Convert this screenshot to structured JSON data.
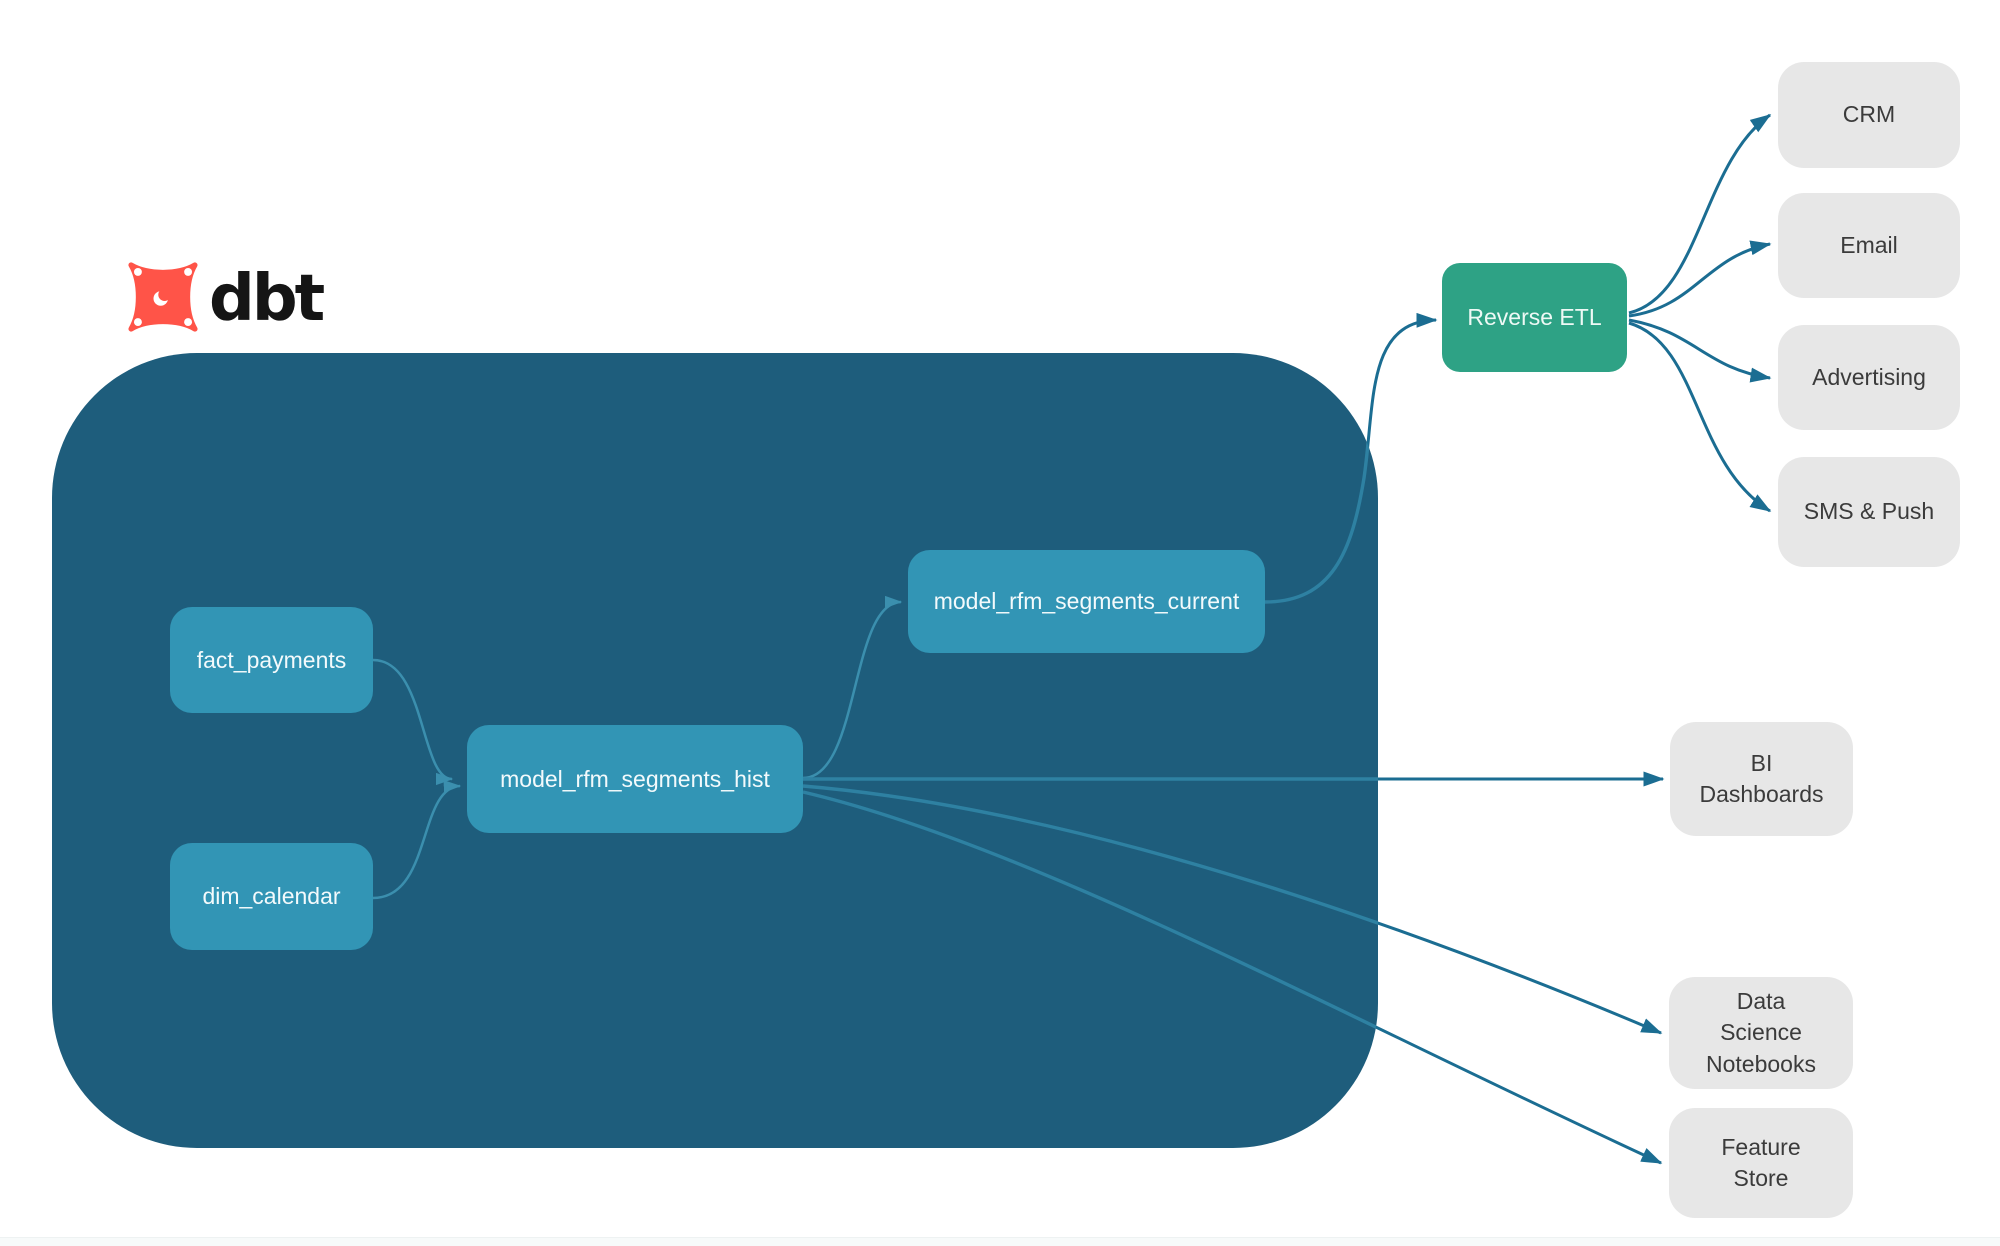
{
  "logo": {
    "text": "dbt"
  },
  "pipeline": {
    "container_nodes": {
      "fact_payments": {
        "label": "fact_payments"
      },
      "dim_calendar": {
        "label": "dim_calendar"
      },
      "model_rfm_segments_hist": {
        "label": "model_rfm_segments_hist"
      },
      "model_rfm_segments_current": {
        "label": "model_rfm_segments_current"
      }
    },
    "reverse_etl": {
      "label": "Reverse ETL"
    },
    "destinations": {
      "crm": {
        "label": "CRM"
      },
      "email": {
        "label": "Email"
      },
      "advertising": {
        "label": "Advertising"
      },
      "sms_push": {
        "label": "SMS & Push"
      }
    },
    "consumers": {
      "bi_dashboards": {
        "label": "BI Dashboards"
      },
      "data_science_notebooks": {
        "label": "Data Science Notebooks"
      },
      "feature_store": {
        "label": "Feature Store"
      }
    }
  },
  "colors": {
    "container-bg": "#1e5d7c",
    "node-bg": "#3295b5",
    "etl-bg": "#2ea285",
    "dest-bg": "#e7e7e7",
    "dest-text": "#3b3b3b",
    "edge-out": "#1b6d92",
    "edge-in": "#2e81a2",
    "edge-in-strong": "#3b8fae",
    "logo-orange": "#ff5448",
    "logo-text": "#151515"
  }
}
